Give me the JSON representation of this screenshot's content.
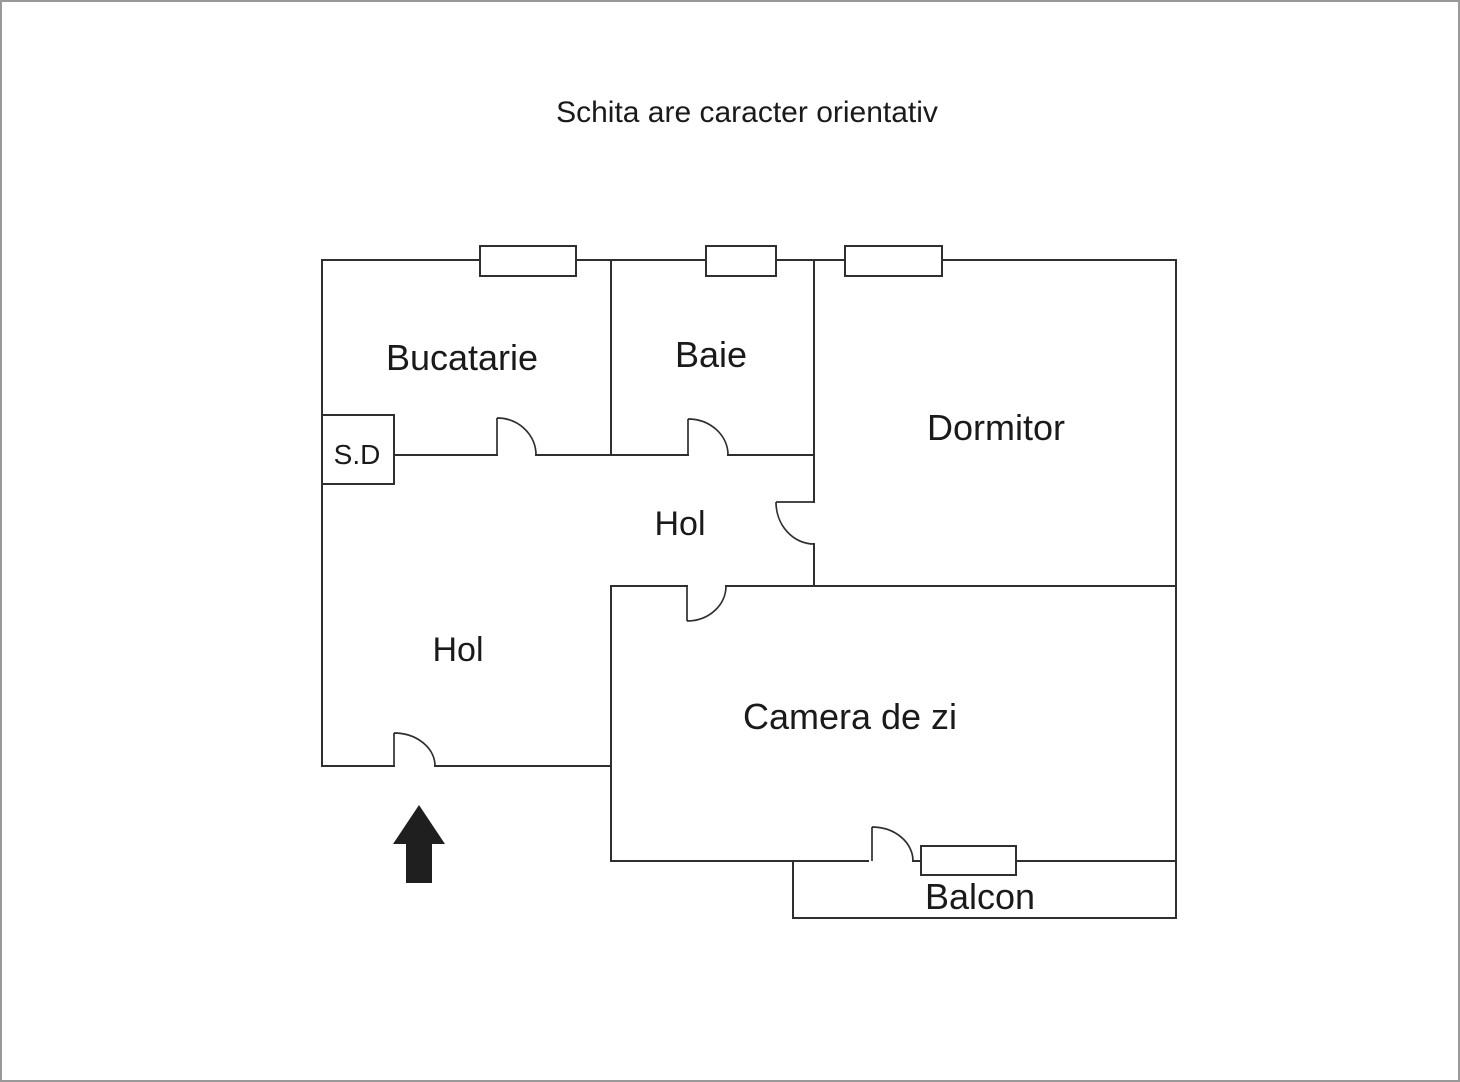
{
  "title": "Schita are caracter orientativ",
  "plan": {
    "rooms": {
      "bucatarie": "Bucatarie",
      "baie": "Baie",
      "dormitor": "Dormitor",
      "hol_upper": "Hol",
      "hol_lower": "Hol",
      "camera_de_zi": "Camera de zi",
      "balcon": "Balcon",
      "debara": "S.D"
    },
    "icons": {
      "entrance_arrow": "up-arrow"
    },
    "colors": {
      "wall": "#2f2f2f",
      "text": "#1a1a1a",
      "arrow": "#1f1f1f",
      "page_border": "#999999",
      "background": "#ffffff"
    }
  }
}
